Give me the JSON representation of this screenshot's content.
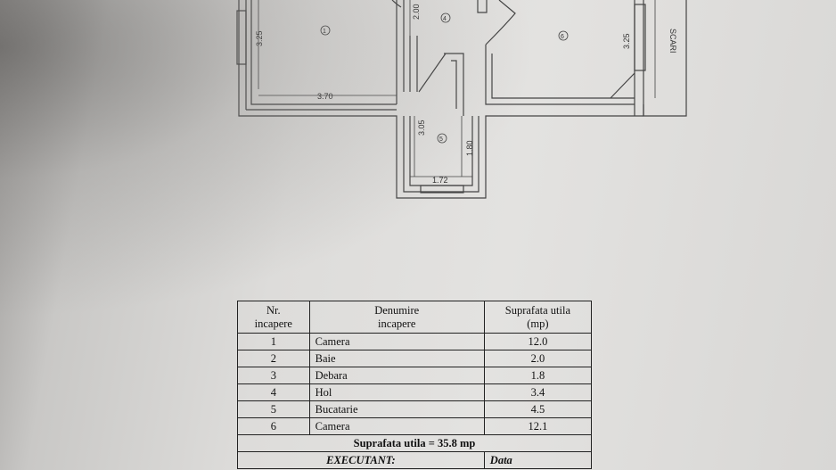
{
  "plan": {
    "labels": {
      "room1": "1",
      "room4": "4",
      "room5": "5",
      "room6": "6",
      "stairs": "SCARI",
      "d_325_left": "3.25",
      "d_370": "3.70",
      "d_200": "2.00",
      "d_325_right": "3.25",
      "d_305": "3.05",
      "d_180": "1.80",
      "d_172": "1.72"
    }
  },
  "table": {
    "headers": {
      "nr": "Nr.\nincapere",
      "name": "Denumire\nincapere",
      "area": "Suprafata utila\n(mp)"
    },
    "rows": [
      {
        "nr": "1",
        "name": "Camera",
        "area": "12.0"
      },
      {
        "nr": "2",
        "name": "Baie",
        "area": "2.0"
      },
      {
        "nr": "3",
        "name": "Debara",
        "area": "1.8"
      },
      {
        "nr": "4",
        "name": "Hol",
        "area": "3.4"
      },
      {
        "nr": "5",
        "name": "Bucatarie",
        "area": "4.5"
      },
      {
        "nr": "6",
        "name": "Camera",
        "area": "12.1"
      }
    ],
    "total": "Suprafata utila  = 35.8 mp",
    "executant": "EXECUTANT:",
    "date_label": "Data"
  }
}
